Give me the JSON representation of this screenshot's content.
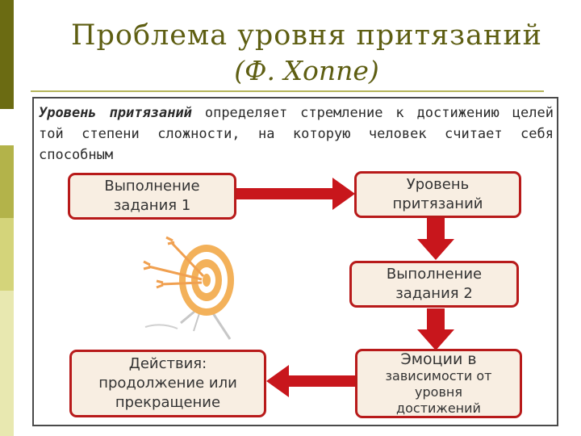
{
  "title": {
    "line1": "Проблема уровня притязаний",
    "line2": "(Ф. Хоппе)"
  },
  "definition": {
    "term": "Уровень притязаний",
    "rest": " определяет стремление к достижению целей той степени сложности, на которую человек считает себя способным"
  },
  "boxes": {
    "task1": "Выполнение\nзадания 1",
    "aspiration": "Уровень\nпритязаний",
    "task2": "Выполнение\nзадания 2",
    "emotions_head": "Эмоции в",
    "emotions_rest": "зависимости от\nуровня\nдостижений",
    "actions": "Действия:\nпродолжение или\nпрекращение"
  },
  "colors": {
    "accent": "#b81a1a",
    "olive": "#6b6b12",
    "box_fill": "#f8eee2"
  }
}
